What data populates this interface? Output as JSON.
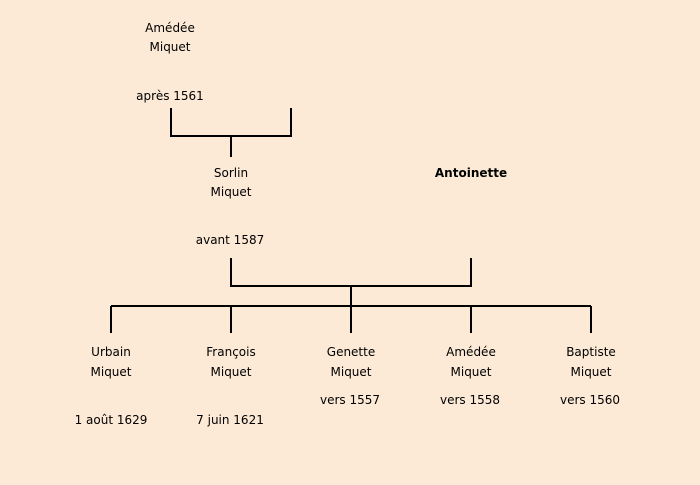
{
  "grandparent": {
    "first": "Amédée",
    "last": "Miquet",
    "date": "après 1561"
  },
  "father": {
    "first": "Sorlin",
    "last": "Miquet",
    "date": "avant 1587"
  },
  "mother": {
    "first": "Antoinette"
  },
  "children": [
    {
      "first": "Urbain",
      "last": "Miquet",
      "date": "1 août 1629"
    },
    {
      "first": "François",
      "last": "Miquet",
      "date": "7 juin 1621"
    },
    {
      "first": "Genette",
      "last": "Miquet",
      "date": "vers 1557"
    },
    {
      "first": "Amédée",
      "last": "Miquet",
      "date": "vers 1558"
    },
    {
      "first": "Baptiste",
      "last": "Miquet",
      "date": "vers 1560"
    }
  ]
}
